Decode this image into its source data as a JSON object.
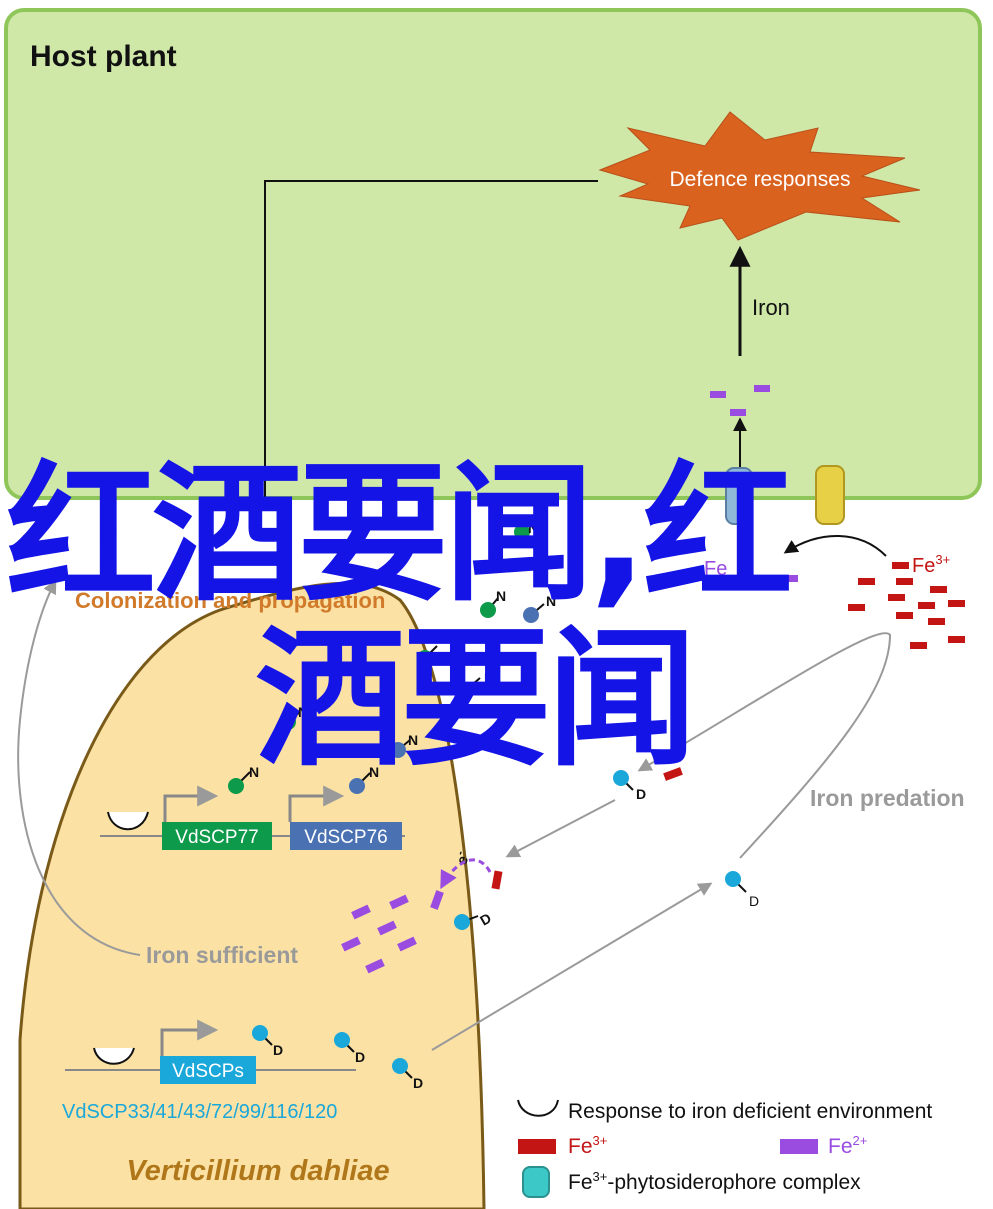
{
  "host_plant": {
    "title": "Host plant",
    "defence_label": "Defence responses",
    "iron_label": "Iron"
  },
  "fungus": {
    "colonization_label": "Colonization and propagation",
    "iron_sufficient_label": "Iron sufficient",
    "gene_vdscp77": "VdSCP77",
    "gene_vdscp76": "VdSCP76",
    "gene_vdscps": "VdSCPs",
    "gene_list": "VdSCP33/41/43/72/99/116/120",
    "species": "Verticillium dahliae"
  },
  "labels": {
    "fe3": "Fe",
    "fe3_sup": "3+",
    "fe2_partial": "Fe",
    "iron_predation": "Iron predation",
    "n": "N",
    "d": "D",
    "electron": "e",
    "electron_sup": "-"
  },
  "legend": {
    "response_label": "Response to iron deficient environment",
    "fe3_label": "Fe",
    "fe3_sup": "3+",
    "fe2_label": "Fe",
    "fe2_sup": "2+",
    "complex_prefix": "Fe",
    "complex_sup": "3+",
    "complex_suffix": "-phytosiderophore complex"
  },
  "overlay": {
    "line1": "红酒要闻,红",
    "line2": "酒要闻"
  },
  "colors": {
    "plant_bg": "#cfe8a8",
    "plant_border": "#8fc65a",
    "fungus_bg": "#fbe2a4",
    "fungus_border": "#7a5a18",
    "starburst": "#d9621e",
    "fe3": "#c41515",
    "fe2": "#9a4be0",
    "green_gene": "#0d9a4a",
    "blue_gene": "#4a72b3",
    "cyan_gene": "#1aa7d9",
    "overlay_text": "#1414e6"
  }
}
